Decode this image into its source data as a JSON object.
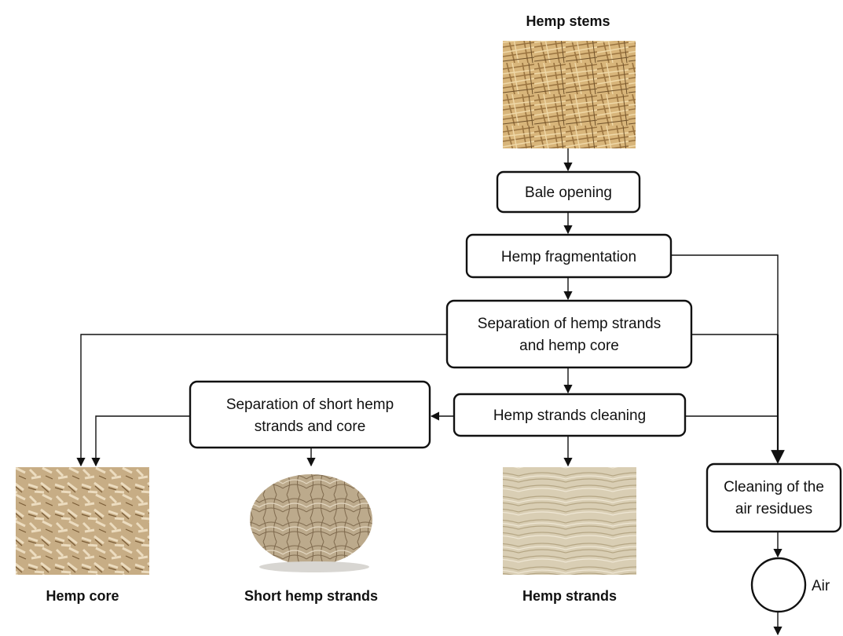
{
  "captions": {
    "hemp_stems": "Hemp stems",
    "hemp_core": "Hemp core",
    "short_hemp_strands": "Short hemp strands",
    "hemp_strands": "Hemp strands"
  },
  "steps": {
    "bale_opening": "Bale opening",
    "hemp_fragmentation": "Hemp fragmentation",
    "separation_strands_core": [
      "Separation of hemp strands",
      "and hemp core"
    ],
    "strands_cleaning": "Hemp strands cleaning",
    "separation_short": [
      "Separation of short hemp",
      "strands and core"
    ],
    "cleaning_air": [
      "Cleaning of the",
      "air residues"
    ]
  },
  "air_label": "Air",
  "colors": {
    "stroke": "#111111",
    "straw": "#c9a56a",
    "core_chips": "#cdb590",
    "fiber_ball": "#b9a88c",
    "strands_bg": "#d8ccb2"
  }
}
